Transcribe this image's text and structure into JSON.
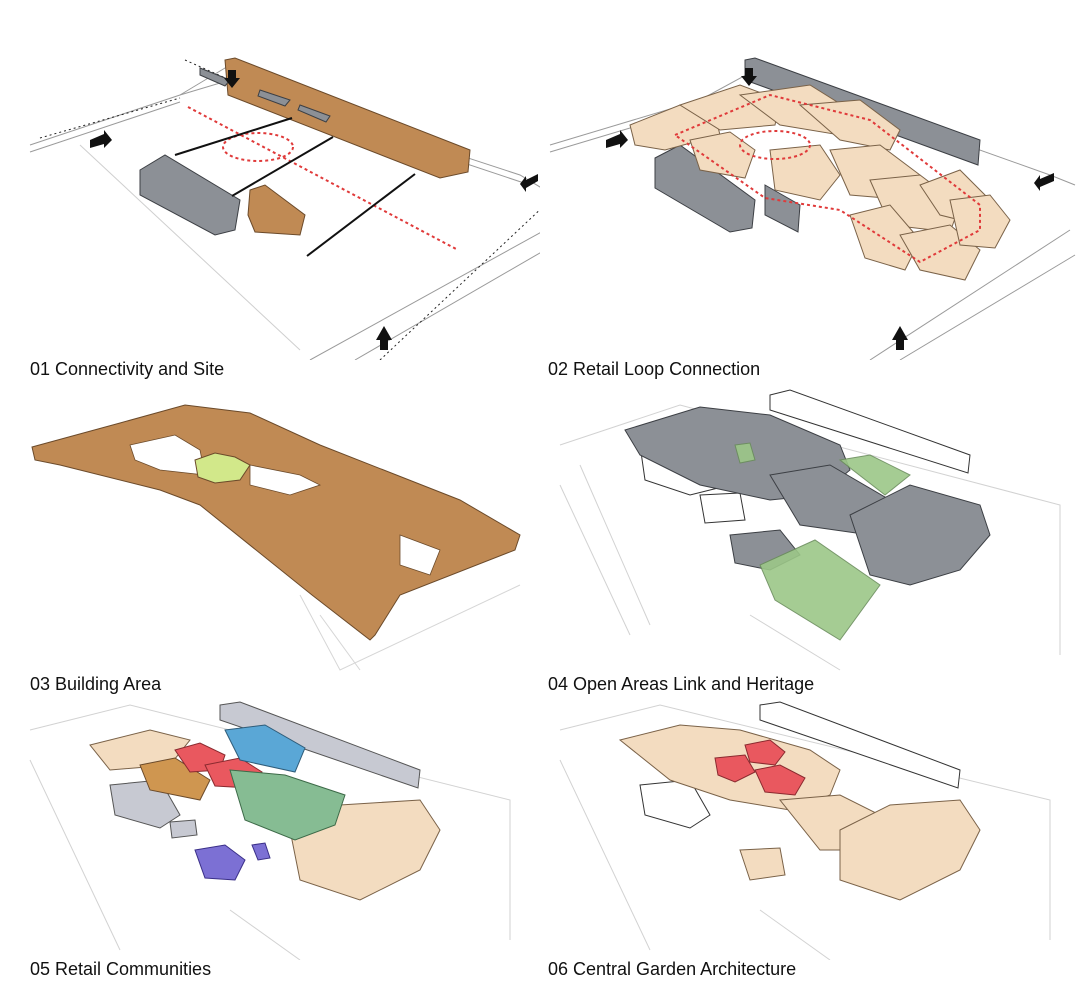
{
  "panels": [
    {
      "caption": "01 Connectivity and Site"
    },
    {
      "caption": "02 Retail Loop Connection"
    },
    {
      "caption": "03 Building Area"
    },
    {
      "caption": "04 Open Areas Link and Heritage"
    },
    {
      "caption": "05 Retail Communities"
    },
    {
      "caption": "06 Central Garden Architecture"
    }
  ],
  "colors": {
    "brown": "#c08a54",
    "tan": "#f3dcc0",
    "grey": "#8c9096",
    "red_dash": "#e03a3a",
    "green": "#9cc788",
    "lime": "#d2e88a",
    "pink": "#e9585f",
    "blue": "#5aa7d6",
    "mint": "#86bc93",
    "purple": "#7c70d4",
    "orange": "#cf9650",
    "lightgrey": "#c7c9d2"
  }
}
